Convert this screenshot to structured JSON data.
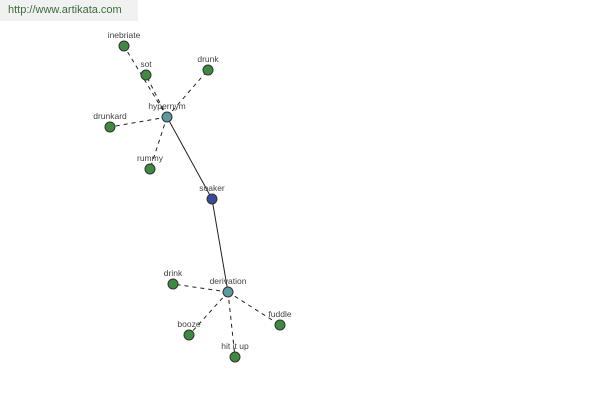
{
  "site": {
    "url": "http://www.artikata.com"
  },
  "colors": {
    "leaf": "#3f8a3f",
    "relation": "#5a9aa0",
    "center": "#3a4a9a"
  },
  "graph": {
    "center": {
      "id": "soaker",
      "label": "soaker"
    },
    "relations": [
      {
        "id": "hypernym",
        "label": "hypernym"
      },
      {
        "id": "derivation",
        "label": "derivation"
      }
    ],
    "terms": [
      {
        "id": "inebriate",
        "label": "inebriate",
        "relation": "hypernym"
      },
      {
        "id": "sot",
        "label": "sot",
        "relation": "hypernym"
      },
      {
        "id": "drunk",
        "label": "drunk",
        "relation": "hypernym"
      },
      {
        "id": "drunkard",
        "label": "drunkard",
        "relation": "hypernym"
      },
      {
        "id": "rummy",
        "label": "rummy",
        "relation": "hypernym"
      },
      {
        "id": "drink",
        "label": "drink",
        "relation": "derivation"
      },
      {
        "id": "booze",
        "label": "booze",
        "relation": "derivation"
      },
      {
        "id": "hit-it-up",
        "label": "hit it up",
        "relation": "derivation"
      },
      {
        "id": "fuddle",
        "label": "fuddle",
        "relation": "derivation"
      }
    ]
  }
}
